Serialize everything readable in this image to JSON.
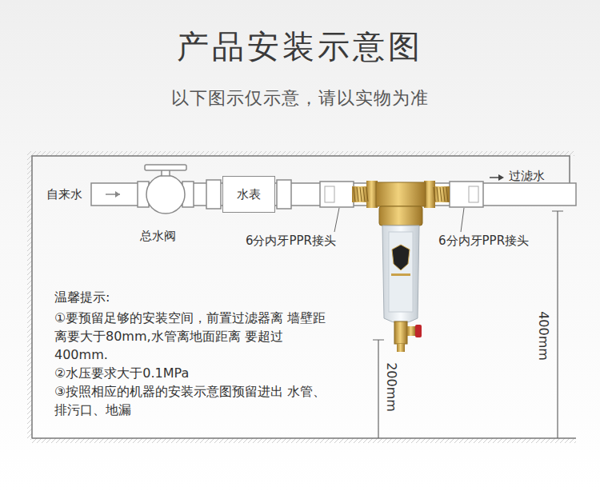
{
  "diagram": {
    "title": "产品安装示意图",
    "nodes": [
      {
        "text": [
          "水表"
        ]
      }
    ],
    "labels": [
      "以下图示仅示意，请以实物为准",
      "自来水",
      "总水阀",
      "6分内牙PPR接头",
      "6分内牙PPR接头",
      "过滤水",
      "温馨提示:",
      "①要预留足够的安装空间，前置过滤器离 墙壁距离要大于80mm,水管离地面距离 要超过400mm.",
      "②水压要求大于0.1MPa",
      "③按照相应的机器的安装示意图预留进出 水管、排污口、地漏",
      "400mm",
      "200mm"
    ]
  }
}
